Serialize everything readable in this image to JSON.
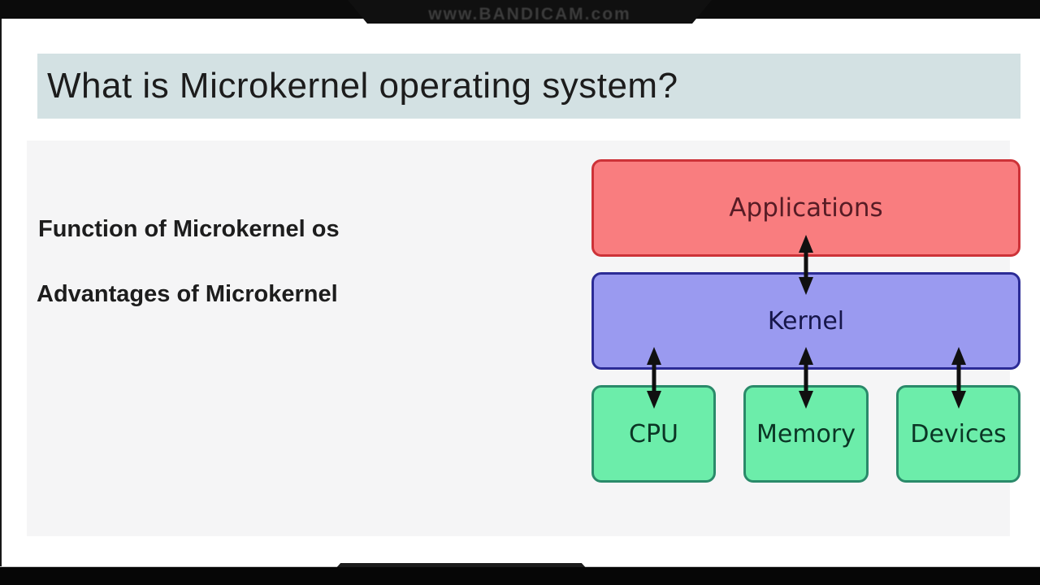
{
  "watermark": {
    "text": "www.BANDICAM.com"
  },
  "slide": {
    "title": "What is Microkernel operating system?",
    "bullets": [
      "Function of Microkernel os",
      "Advantages of Microkernel"
    ]
  },
  "diagram": {
    "boxes": [
      {
        "id": "applications",
        "label": "Applications",
        "fill": "#f97d7f",
        "border": "#cd3238",
        "text_color": "#571c25"
      },
      {
        "id": "kernel",
        "label": "Kernel",
        "fill": "#9a9af0",
        "border": "#2c2c96",
        "text_color": "#16164a"
      },
      {
        "id": "cpu",
        "label": "CPU",
        "fill": "#6cedaa",
        "border": "#2a8a6a",
        "text_color": "#0b3525"
      },
      {
        "id": "memory",
        "label": "Memory",
        "fill": "#6cedaa",
        "border": "#2a8a6a",
        "text_color": "#0b3525"
      },
      {
        "id": "devices",
        "label": "Devices",
        "fill": "#6cedaa",
        "border": "#2a8a6a",
        "text_color": "#0b3525"
      }
    ],
    "arrow_color": "#101010"
  },
  "colors": {
    "top_bar_bg": "#0b0b0b",
    "title_bar_bg": "#d3e1e3",
    "content_bg": "#f5f5f6"
  }
}
